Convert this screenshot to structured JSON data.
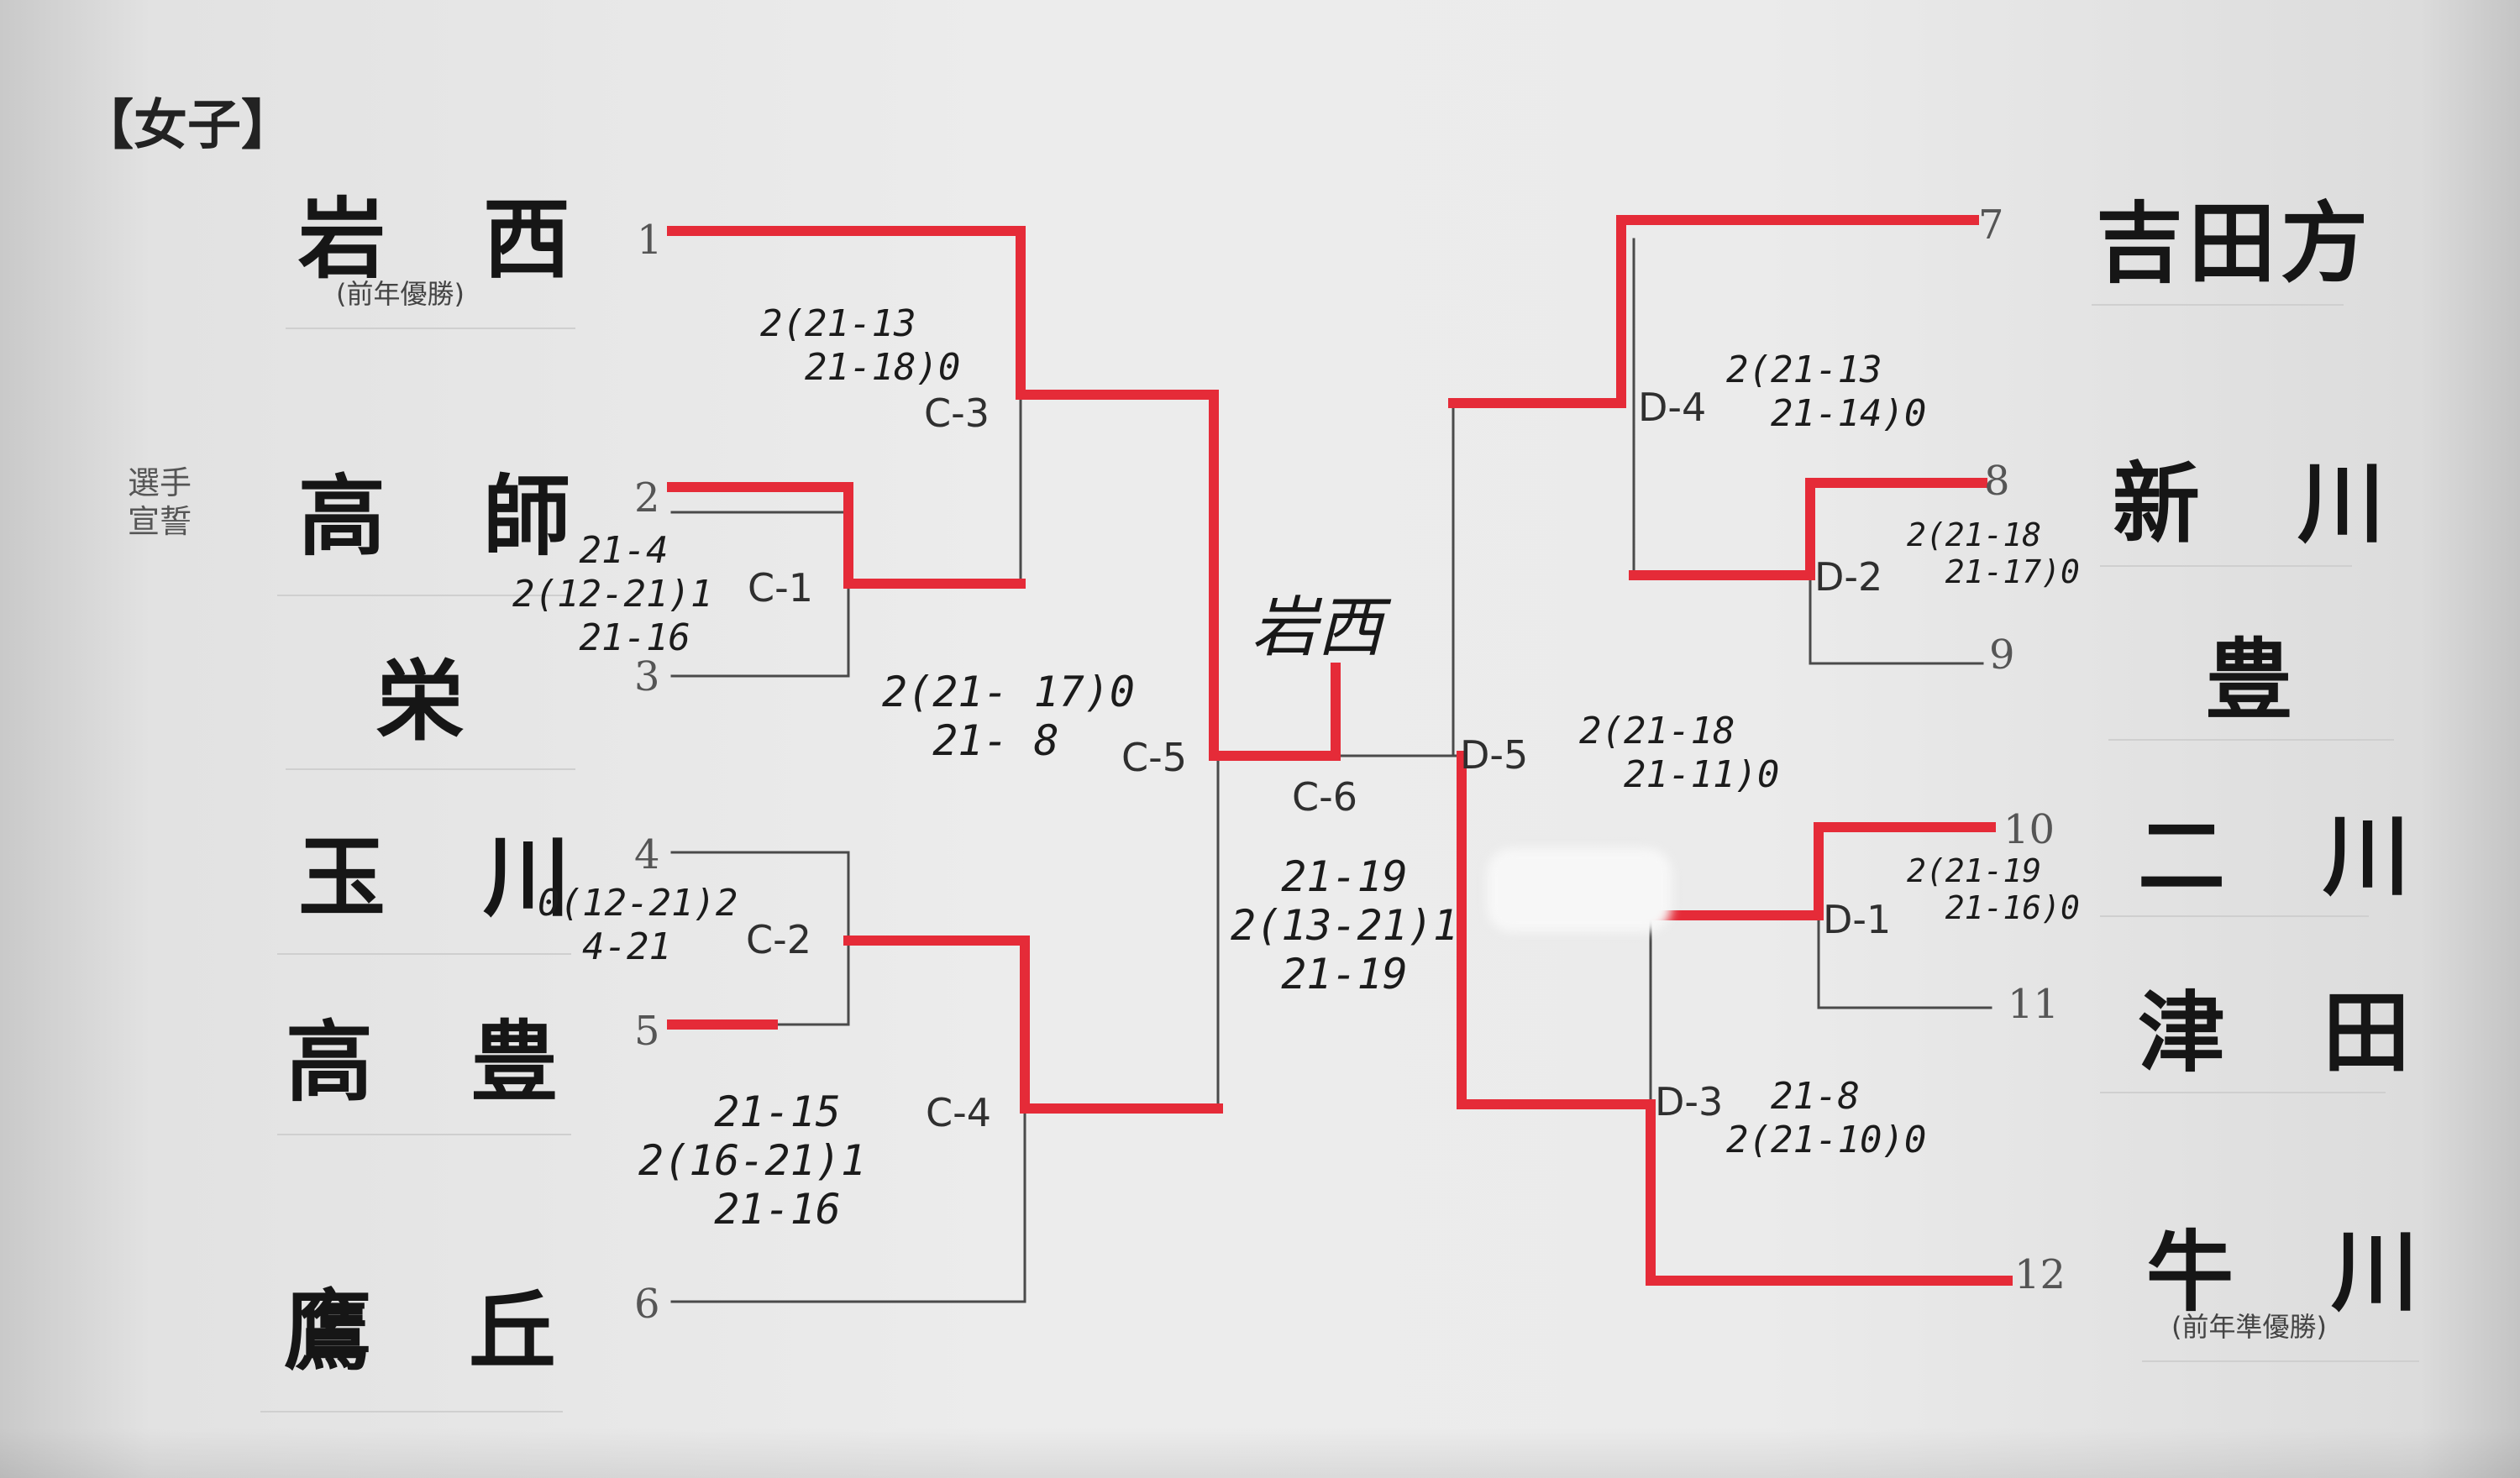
{
  "title": "【女子】",
  "left_teams": [
    {
      "name": "岩　西",
      "note": "(前年優勝)"
    },
    {
      "name": "高　師"
    },
    {
      "name": "栄"
    },
    {
      "name": "玉　川"
    },
    {
      "name": "高　豊"
    },
    {
      "name": "鷹　丘"
    }
  ],
  "right_teams": [
    {
      "name": "吉田方"
    },
    {
      "name": "新　川"
    },
    {
      "name": "豊"
    },
    {
      "name": "二　川"
    },
    {
      "name": "津　田"
    },
    {
      "name": "牛　川",
      "note": "(前年準優勝)"
    }
  ],
  "oath_label": "選手\n宣誓",
  "slot_numbers": [
    "1",
    "2",
    "3",
    "4",
    "5",
    "6",
    "7",
    "8",
    "9",
    "10",
    "11",
    "12"
  ],
  "matches": {
    "c1": "C-1",
    "c2": "C-2",
    "c3": "C-3",
    "c4": "C-4",
    "c5": "C-5",
    "c6": "C-6",
    "d1": "D-1",
    "d2": "D-2",
    "d3": "D-3",
    "d4": "D-4",
    "d5": "D-5"
  },
  "scores": {
    "c3": "2(21-13\n  21-18)0",
    "c1": "   21-4\n2(12-21)1\n   21-16",
    "c5": "2(21- 17)0\n  21- 8",
    "c2": "0(12-21)2\n  4-21",
    "c4": "   21-15\n2(16-21)1\n   21-16",
    "c6": "  21-19\n2(13-21)1\n  21-19",
    "d4": "2(21-13\n  21-14)0",
    "d2": "2(21-18\n  21-17)0",
    "d5": "2(21-18\n  21-11)0",
    "d1": "2(21-19\n  21-16)0",
    "d3": "  21-8\n2(21-10)0"
  },
  "champion": "岩西",
  "colors": {
    "win_line": "#e52b38",
    "line": "#4a4a4a"
  }
}
